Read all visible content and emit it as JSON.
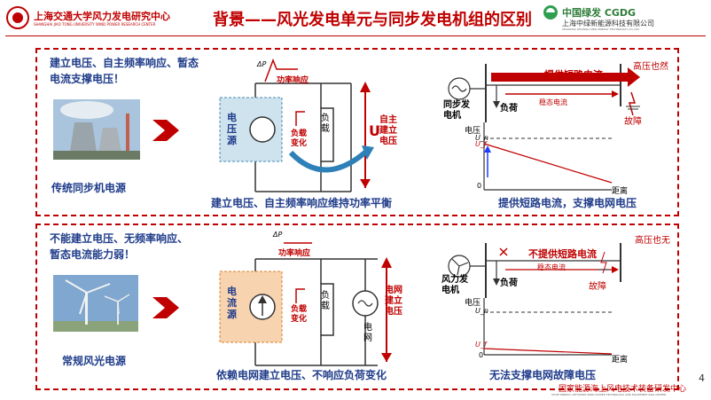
{
  "header": {
    "logo_text": "上海交通大学风力发电研究中心",
    "logo_subtext": "SHANGHAI JIAO TONG UNIVERSITY WIND POWER RESEARCH CENTER",
    "title": "背景——风光发电单元与同步发电机组的区别",
    "partner_name": "中国绿发 CGDG",
    "partner_company": "上海中绿新能源科技有限公司",
    "partner_company_en": "SHANGHAI ZHONGLV NEW ENERGY TECHNOLOGY CO.,LTD."
  },
  "top_panel": {
    "features": "建立电压、自主频率响应、暂态电流支撑电压！",
    "source_caption": "传统同步机电源",
    "circuit": {
      "delta_p": "ΔP",
      "power_response": "功率响应",
      "source_label": "电压源",
      "load_change": "负载变化",
      "load": "负载",
      "u": "U",
      "autonomous_voltage": "自主建立电压",
      "caption": "建立电压、自主频率响应维持功率平衡"
    },
    "fault": {
      "high_voltage_note": "高压也然",
      "generator": "同步发电机",
      "load": "负荷",
      "short_circuit": "提供短路电流",
      "steady_current": "稳态电流",
      "fault": "故障",
      "voltage_axis": "电压",
      "un": "U_n",
      "uf": "U_f",
      "zero": "0",
      "distance": "距离",
      "caption": "提供短路电流，支撑电网电压"
    }
  },
  "bottom_panel": {
    "features": "不能建立电压、无频率响应、暂态电流能力弱！",
    "source_caption": "常规风光电源",
    "circuit": {
      "delta_p": "ΔP",
      "power_response": "功率响应",
      "source_label": "电流源",
      "load_change": "负载变化",
      "load": "负载",
      "grid": "电网",
      "grid_voltage": "电网建立电压",
      "caption": "依赖电网建立电压、不响应负荷变化"
    },
    "fault": {
      "high_voltage_note": "高压也无",
      "generator": "风力发电机",
      "load": "负荷",
      "short_circuit": "不提供短路电流",
      "steady_current": "稳态电流",
      "fault": "故障",
      "voltage_axis": "电压",
      "un": "U_n",
      "uf": "U_f",
      "zero": "0",
      "distance": "距离",
      "caption": "无法支撑电网故障电压"
    }
  },
  "footer": {
    "org": "国家能源海上风电技术装备研发中心",
    "org_en": "STATE ENERGY OFFSHORE WIND POWER TECHNOLOGY AND EQUIPMENT R&D CENTER",
    "page": "4"
  },
  "colors": {
    "accent": "#c00000",
    "dark_blue": "#1f3c8a",
    "source_top": "#cfe3ee",
    "source_bottom": "#f8d3b0"
  }
}
